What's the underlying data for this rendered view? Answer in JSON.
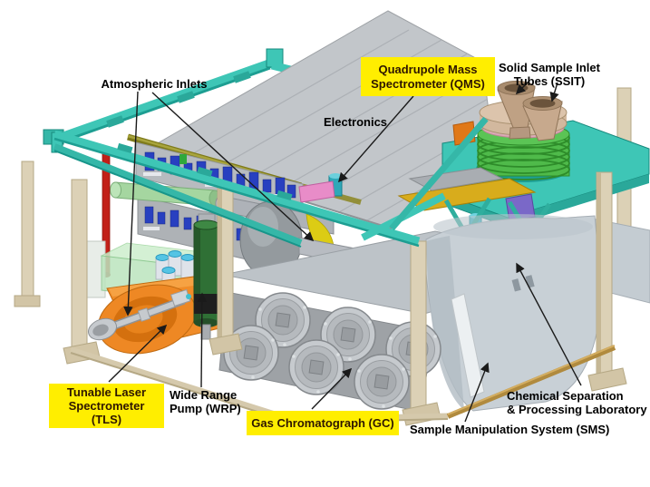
{
  "labels": {
    "atmospheric_inlets": {
      "text": "Atmospheric Inlets",
      "highlighted": false
    },
    "qms": {
      "line1": "Quadrupole Mass",
      "line2": "Spectrometer (QMS)",
      "highlighted": true
    },
    "ssit": {
      "line1": "Solid Sample Inlet",
      "line2": "Tubes (SSIT)",
      "highlighted": false
    },
    "electronics": {
      "text": "Electronics",
      "highlighted": false
    },
    "tls": {
      "line1": "Tunable Laser",
      "line2": "Spectrometer",
      "line3": "(TLS)",
      "highlighted": true
    },
    "wrp": {
      "line1": "Wide Range",
      "line2": "Pump (WRP)",
      "highlighted": false
    },
    "gc": {
      "text": "Gas Chromatograph (GC)",
      "highlighted": true
    },
    "chem_sep": {
      "line1": "Chemical Separation",
      "line2": "& Processing Laboratory",
      "highlighted": false
    },
    "sms": {
      "text": "Sample Manipulation System (SMS)",
      "highlighted": false
    }
  },
  "colors": {
    "label_highlight_bg": "#FFEE00",
    "label_text": "#000000",
    "highlight_text": "#2E1600",
    "frame_teal": "#3EC6B6",
    "deck_gray": "#C2C6CA",
    "post_tan": "#DCD1B6",
    "tls_orange": "#F08C28",
    "wrp_green": "#2F7035",
    "coil_green": "#4FBA4A",
    "funnel_tan": "#BFA184",
    "gc_gray": "#C6CACE",
    "sms_gray": "#C8D0D6",
    "card_blue": "#2840C0",
    "accent_red": "#C22018",
    "accent_pink": "#E88CC8",
    "accent_gold": "#D8AC1C",
    "leader_line": "#1A1A1A"
  }
}
